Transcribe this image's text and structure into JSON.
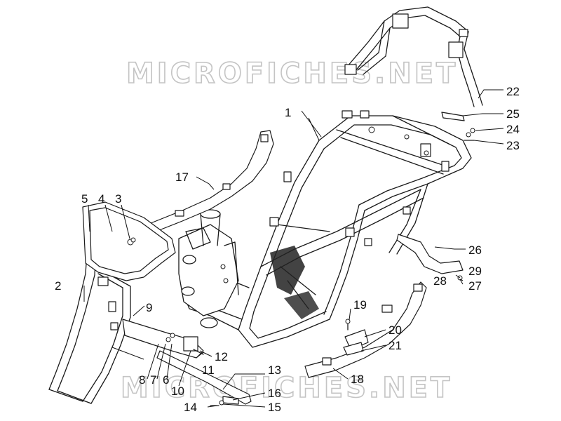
{
  "diagram": {
    "watermark_text": "MICROFICHES.NET",
    "colors": {
      "line": "#1a1a1a",
      "watermark_outline": "#c4c4c4",
      "background": "#ffffff"
    },
    "callouts": [
      {
        "id": "1",
        "label": "1"
      },
      {
        "id": "2",
        "label": "2"
      },
      {
        "id": "3",
        "label": "3"
      },
      {
        "id": "4",
        "label": "4"
      },
      {
        "id": "5",
        "label": "5"
      },
      {
        "id": "6",
        "label": "6"
      },
      {
        "id": "7",
        "label": "7"
      },
      {
        "id": "8",
        "label": "8"
      },
      {
        "id": "9",
        "label": "9"
      },
      {
        "id": "10",
        "label": "10"
      },
      {
        "id": "11",
        "label": "11"
      },
      {
        "id": "12",
        "label": "12"
      },
      {
        "id": "13",
        "label": "13"
      },
      {
        "id": "14",
        "label": "14"
      },
      {
        "id": "15",
        "label": "15"
      },
      {
        "id": "16",
        "label": "16"
      },
      {
        "id": "17",
        "label": "17"
      },
      {
        "id": "18",
        "label": "18"
      },
      {
        "id": "19",
        "label": "19"
      },
      {
        "id": "20",
        "label": "20"
      },
      {
        "id": "21",
        "label": "21"
      },
      {
        "id": "22",
        "label": "22"
      },
      {
        "id": "23",
        "label": "23"
      },
      {
        "id": "24",
        "label": "24"
      },
      {
        "id": "25",
        "label": "25"
      },
      {
        "id": "26",
        "label": "26"
      },
      {
        "id": "27",
        "label": "27"
      },
      {
        "id": "28",
        "label": "28"
      },
      {
        "id": "29",
        "label": "29"
      }
    ]
  }
}
